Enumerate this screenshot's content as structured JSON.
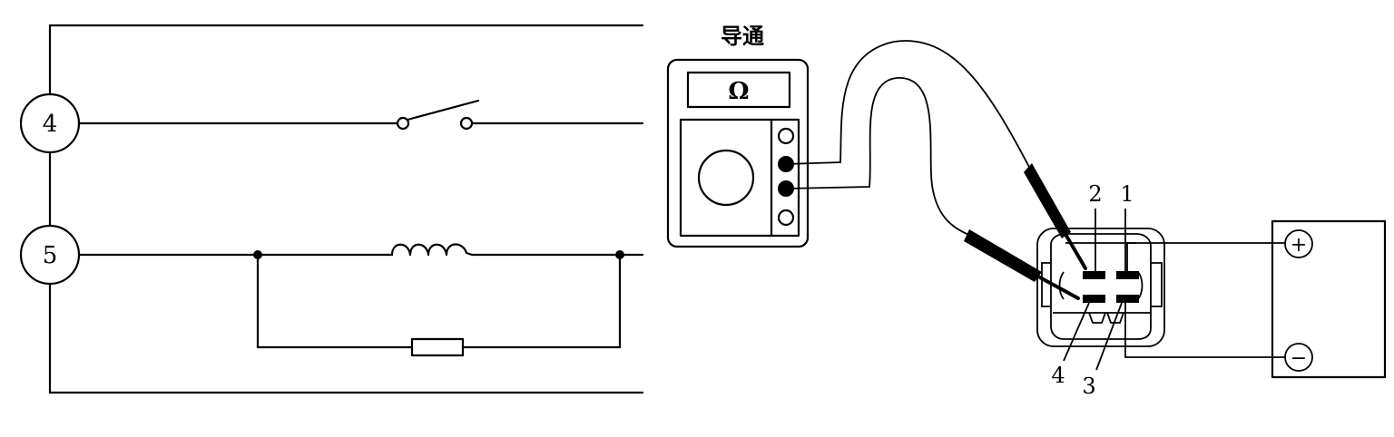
{
  "relay_terminals": {
    "circle_4": "4",
    "circle_5": "5"
  },
  "multimeter": {
    "label": "导通",
    "display": "Ω"
  },
  "connector_pins": {
    "pin_1": "1",
    "pin_2": "2",
    "pin_3": "3",
    "pin_4": "4"
  },
  "battery": {
    "positive": "+",
    "negative": "−"
  }
}
